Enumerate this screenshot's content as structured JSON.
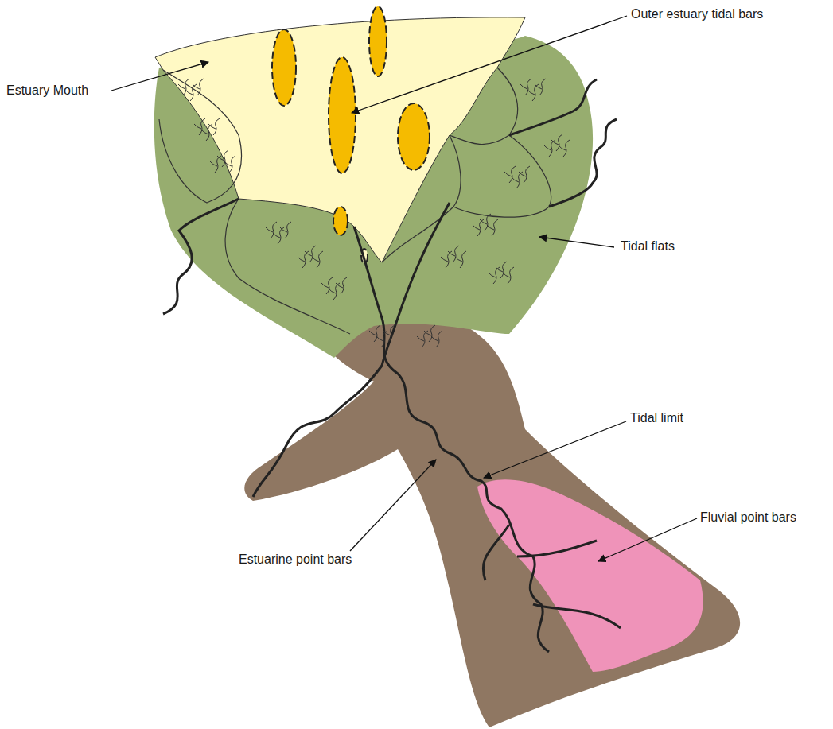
{
  "diagram": {
    "labels": [
      "Outer estuary tidal bars",
      "Estuary Mouth",
      "Tidal flats",
      "Tidal limit",
      "Fluvial point bars",
      "Estuarine point bars"
    ]
  }
}
